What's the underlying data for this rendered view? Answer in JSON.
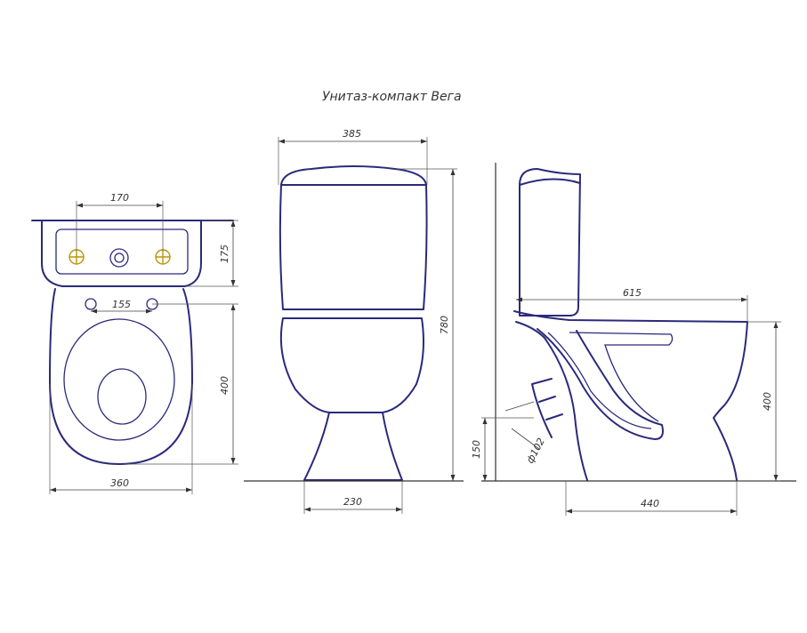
{
  "title": "Унитаз-компакт Вега",
  "dimensions": {
    "top_holes_spacing": "170",
    "tank_depth": "175",
    "seat_holes_spacing": "155",
    "bowl_length": "400",
    "top_width": "360",
    "tank_width": "385",
    "total_height": "780",
    "base_width": "230",
    "overall_length": "615",
    "rim_height": "400",
    "outlet_height": "150",
    "outlet_diameter": "ф102",
    "outlet_offset": "440"
  },
  "colors": {
    "outline": "#2b2a7a",
    "dimension_lines": "#444444",
    "fittings": "#b8960a"
  }
}
